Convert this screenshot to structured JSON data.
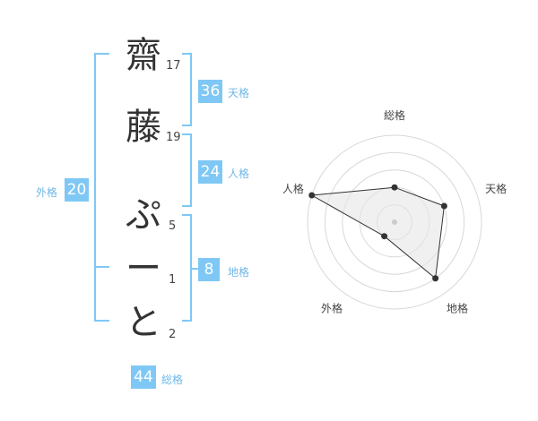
{
  "name": {
    "chars": [
      {
        "char": "齋",
        "strokes": "17"
      },
      {
        "char": "藤",
        "strokes": "19"
      },
      {
        "char": "ぷ",
        "strokes": "5"
      },
      {
        "char": "ー",
        "strokes": "1"
      },
      {
        "char": "と",
        "strokes": "2"
      }
    ]
  },
  "kaku": {
    "tenkaku": {
      "value": "36",
      "label": "天格"
    },
    "jinkaku": {
      "value": "24",
      "label": "人格"
    },
    "chikaku": {
      "value": "8",
      "label": "地格"
    },
    "gaikaku": {
      "value": "20",
      "label": "外格"
    },
    "soukaku": {
      "value": "44",
      "label": "総格"
    }
  },
  "colors": {
    "accent": "#7fc8f5",
    "bracket": "#7fc8f5",
    "text": "#333333"
  },
  "chart_data": {
    "type": "radar",
    "axes": [
      "総格",
      "天格",
      "地格",
      "外格",
      "人格"
    ],
    "values": [
      2,
      3,
      4,
      1,
      5
    ],
    "max": 5,
    "rings": 5
  }
}
